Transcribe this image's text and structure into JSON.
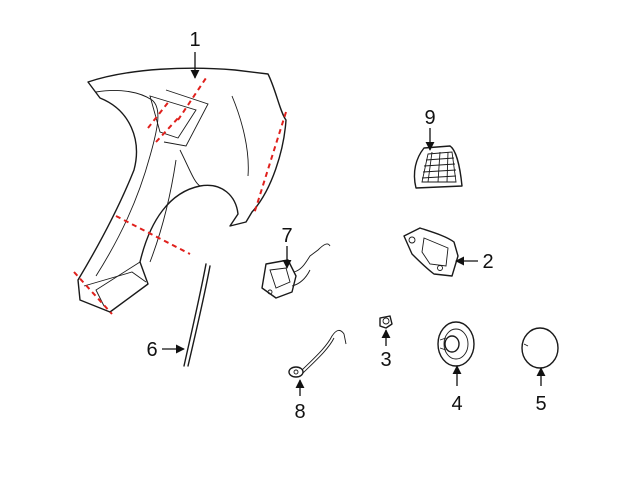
{
  "colors": {
    "line": "#1a1a1a",
    "cut_line": "#e0201c",
    "background": "#ffffff"
  },
  "callouts": [
    {
      "id": "c1",
      "label": "1"
    },
    {
      "id": "c2",
      "label": "2"
    },
    {
      "id": "c3",
      "label": "3"
    },
    {
      "id": "c4",
      "label": "4"
    },
    {
      "id": "c5",
      "label": "5"
    },
    {
      "id": "c6",
      "label": "6"
    },
    {
      "id": "c7",
      "label": "7"
    },
    {
      "id": "c8",
      "label": "8"
    },
    {
      "id": "c9",
      "label": "9"
    }
  ]
}
